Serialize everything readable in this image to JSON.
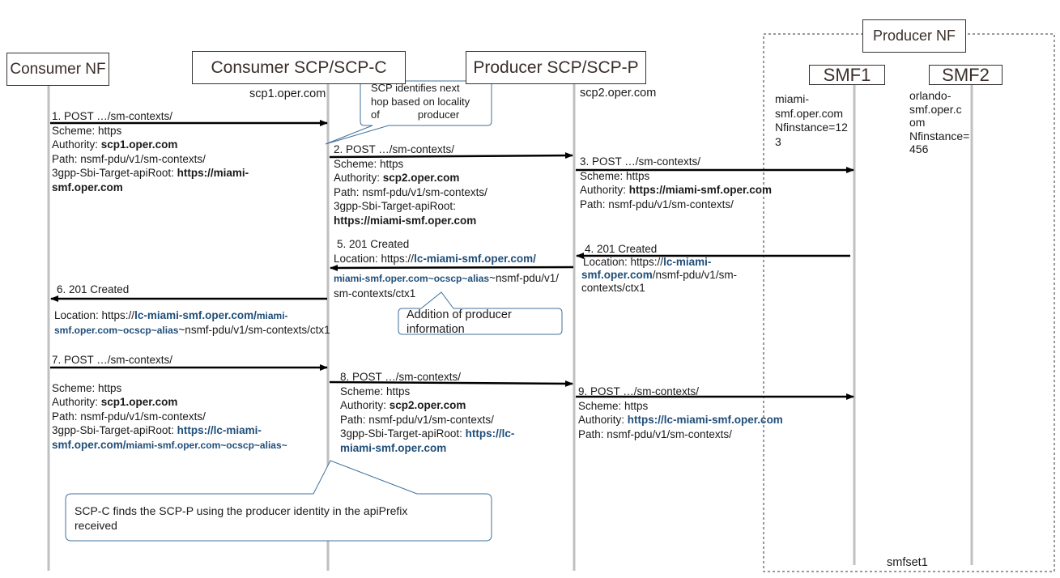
{
  "producer_nf": {
    "title": "Producer NF",
    "set_label": "smfset1"
  },
  "consumer_nf": {
    "title": "Consumer NF"
  },
  "scp_c": {
    "title": "Consumer SCP/SCP-C",
    "host": "scp1.oper.com"
  },
  "scp_p": {
    "title": "Producer SCP/SCP-P",
    "host": "scp2.oper.com"
  },
  "smf1": {
    "title": "SMF1",
    "lines": [
      "miami-",
      "smf.oper.com",
      "Nfinstance=12",
      "3"
    ]
  },
  "smf2": {
    "title": "SMF2",
    "lines": [
      "orlando-",
      "smf.oper.c",
      "om",
      "Nfinstance=",
      "456"
    ]
  },
  "callout_locality": {
    "lines": [
      "SCP identifies next",
      "hop based on locality",
      "of",
      "producer"
    ]
  },
  "callout_addition": {
    "lines": [
      "Addition of producer",
      "information"
    ]
  },
  "callout_bottom": {
    "lines": [
      "SCP-C finds the SCP-P using the producer identity in the apiPrefix",
      "received"
    ]
  },
  "messages": {
    "m1": {
      "label": "1. POST …/sm-contexts/",
      "scheme": "Scheme: https",
      "authority_prefix": "Authority: ",
      "authority": "scp1.oper.com",
      "path": "Path: nsmf-pdu/v1/sm-contexts/",
      "target_prefix": "3gpp-Sbi-Target-apiRoot: ",
      "target_a": "https://miami-",
      "target_b": "smf.oper.com"
    },
    "m2": {
      "label": "2. POST …/sm-contexts/",
      "scheme": "Scheme: https",
      "authority_prefix": "Authority: ",
      "authority": "scp2.oper.com",
      "path": "Path: nsmf-pdu/v1/sm-contexts/",
      "target_prefix": "3gpp-Sbi-Target-apiRoot:",
      "target": "https://miami-smf.oper.com"
    },
    "m3": {
      "label": "3. POST …/sm-contexts/",
      "scheme": "Scheme: https",
      "authority_prefix": "Authority: ",
      "authority": "https://miami-smf.oper.com",
      "path": "Path: nsmf-pdu/v1/sm-contexts/"
    },
    "m4": {
      "label": "4. 201 Created",
      "loc_prefix": "Location: https://",
      "loc_a": "lc-miami-",
      "loc_b": "smf.oper.com",
      "loc_b_rest": "/nsmf-pdu/v1/sm-",
      "loc_c": "contexts/ctx1"
    },
    "m5": {
      "label": "5. 201 Created",
      "loc_prefix": "Location: https://",
      "loc_a": "lc-miami-smf.oper.com/",
      "loc_b": "miami-smf.oper.com~ocscp~alias",
      "loc_b_rest": "~nsmf-pdu/v1/",
      "loc_c": "sm-contexts/ctx1"
    },
    "m6": {
      "label": "6. 201 Created",
      "loc_prefix": "Location: https://",
      "loc_a": "lc-miami-smf.oper.com/",
      "loc_a2": "miami-",
      "loc_b": "smf.oper.com~ocscp~alias",
      "loc_b_rest": "~nsmf-pdu/v1/sm-contexts/ctx1"
    },
    "m7": {
      "label": "7. POST …/sm-contexts/",
      "scheme": "Scheme: https",
      "authority_prefix": "Authority: ",
      "authority": "scp1.oper.com",
      "path": "Path: nsmf-pdu/v1/sm-contexts/",
      "target_prefix": "3gpp-Sbi-Target-apiRoot: ",
      "target_a": "https://lc-miami-",
      "target_b": "smf.oper.com/",
      "target_b2": "miami-smf.oper.com~ocscp~alias~"
    },
    "m8": {
      "label": "8. POST …/sm-contexts/",
      "scheme": "Scheme: https",
      "authority_prefix": "Authority: ",
      "authority": "scp2.oper.com",
      "path": "Path: nsmf-pdu/v1/sm-contexts/",
      "target_prefix": "3gpp-Sbi-Target-apiRoot: ",
      "target_a": "https://lc-",
      "target_b": "miami-smf.oper.com"
    },
    "m9": {
      "label": "9. POST …/sm-contexts/",
      "scheme": "Scheme: https",
      "authority_prefix": "Authority: ",
      "authority": "https://lc-miami-smf.oper.com",
      "path": "Path: nsmf-pdu/v1/sm-contexts/"
    }
  }
}
